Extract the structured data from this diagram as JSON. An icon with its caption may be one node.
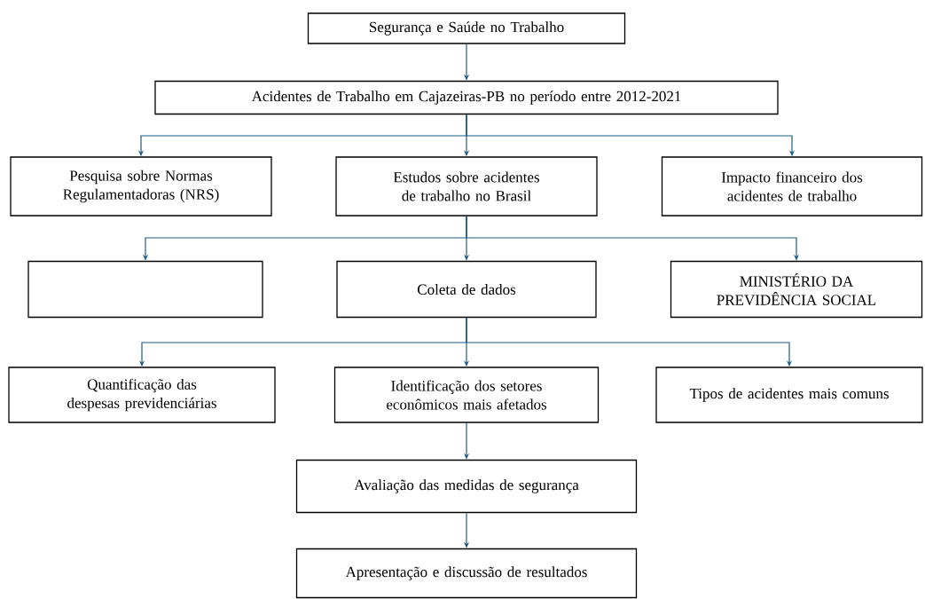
{
  "diagram": {
    "nodes": [
      {
        "text": [
          "Segurança e Saúde no Trabalho"
        ]
      },
      {
        "text": [
          "Acidentes de Trabalho em Cajazeiras-PB no período entre 2012-2021"
        ]
      },
      {
        "text": [
          "Pesquisa sobre Normas Regulamentadoras (NRS)"
        ]
      },
      {
        "text": [
          "Estudos sobre acidentes de trabalho no Brasil"
        ]
      },
      {
        "text": [
          "Impacto financeiro dos acidentes de trabalho"
        ]
      },
      {
        "text": [],
        "shape": "box"
      },
      {
        "text": [
          "Coleta de dados"
        ]
      },
      {
        "text": [
          "MINISTÉRIO DA PREVIDÊNCIA SOCIAL"
        ]
      },
      {
        "text": [
          "Quantificação das despesas previdenciárias"
        ]
      },
      {
        "text": [
          "Identificação dos setores econômicos mais afetados"
        ]
      },
      {
        "text": [
          "Tipos de acidentes mais comuns"
        ]
      },
      {
        "text": [
          "Avaliação das medidas de segurança"
        ]
      },
      {
        "text": [
          "Apresentação e discussão de resultados"
        ]
      }
    ],
    "edges": [
      {
        "from": 0,
        "to": 1,
        "arrow": "to"
      },
      {
        "from": 1,
        "to": 2,
        "arrow": "to"
      },
      {
        "from": 1,
        "to": 3,
        "arrow": "to"
      },
      {
        "from": 1,
        "to": 4,
        "arrow": "to"
      },
      {
        "from": 3,
        "to": 5,
        "arrow": "to"
      },
      {
        "from": 3,
        "to": 6,
        "arrow": "to"
      },
      {
        "from": 3,
        "to": 7,
        "arrow": "to"
      },
      {
        "from": 6,
        "to": 8,
        "arrow": "to"
      },
      {
        "from": 6,
        "to": 9,
        "arrow": "to"
      },
      {
        "from": 6,
        "to": 10,
        "arrow": "to"
      },
      {
        "from": 9,
        "to": 11,
        "arrow": "to"
      },
      {
        "from": 11,
        "to": 12,
        "arrow": "to"
      }
    ]
  }
}
